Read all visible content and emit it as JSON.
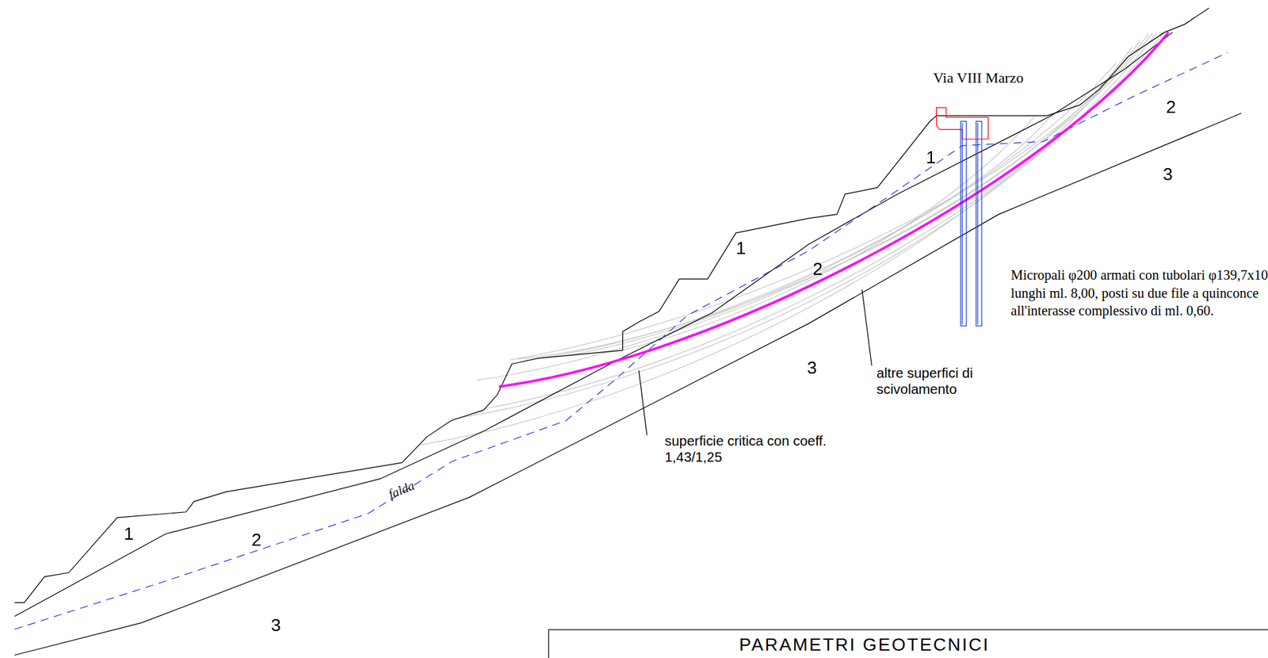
{
  "diagram": {
    "nodes": [
      {
        "text": [
          "PARAMETRI GEOTECNICI"
        ]
      }
    ],
    "labels": [
      "Via VIII Marzo",
      "1",
      "2",
      "3",
      "1",
      "2",
      "3",
      "1",
      "2",
      "3",
      "falda",
      "Micropali φ200 armati con tubolari φ139,7x10 lunghi ml. 8,00, posti su due file a quinconce all'interasse complessivo di ml. 0,60.",
      "altre superfici di scivolamento",
      "superficie critica con coeff. 1,43/1,25"
    ]
  }
}
